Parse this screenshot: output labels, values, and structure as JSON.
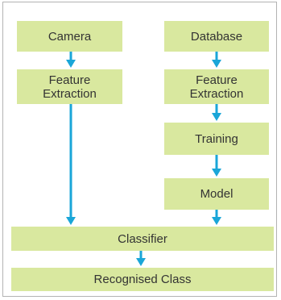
{
  "colors": {
    "box_fill": "#d9e89f",
    "arrow": "#1aa6d8",
    "frame_border": "#b3b3b3",
    "text": "#333333"
  },
  "nodes": {
    "camera": "Camera",
    "feature_extraction_left": "Feature\nExtraction",
    "database": "Database",
    "feature_extraction_right": "Feature\nExtraction",
    "training": "Training",
    "model": "Model",
    "classifier": "Classifier",
    "recognised_class": "Recognised Class"
  },
  "edges": [
    {
      "from": "camera",
      "to": "feature_extraction_left"
    },
    {
      "from": "feature_extraction_left",
      "to": "classifier"
    },
    {
      "from": "database",
      "to": "feature_extraction_right"
    },
    {
      "from": "feature_extraction_right",
      "to": "training"
    },
    {
      "from": "training",
      "to": "model"
    },
    {
      "from": "model",
      "to": "classifier"
    },
    {
      "from": "classifier",
      "to": "recognised_class"
    }
  ]
}
